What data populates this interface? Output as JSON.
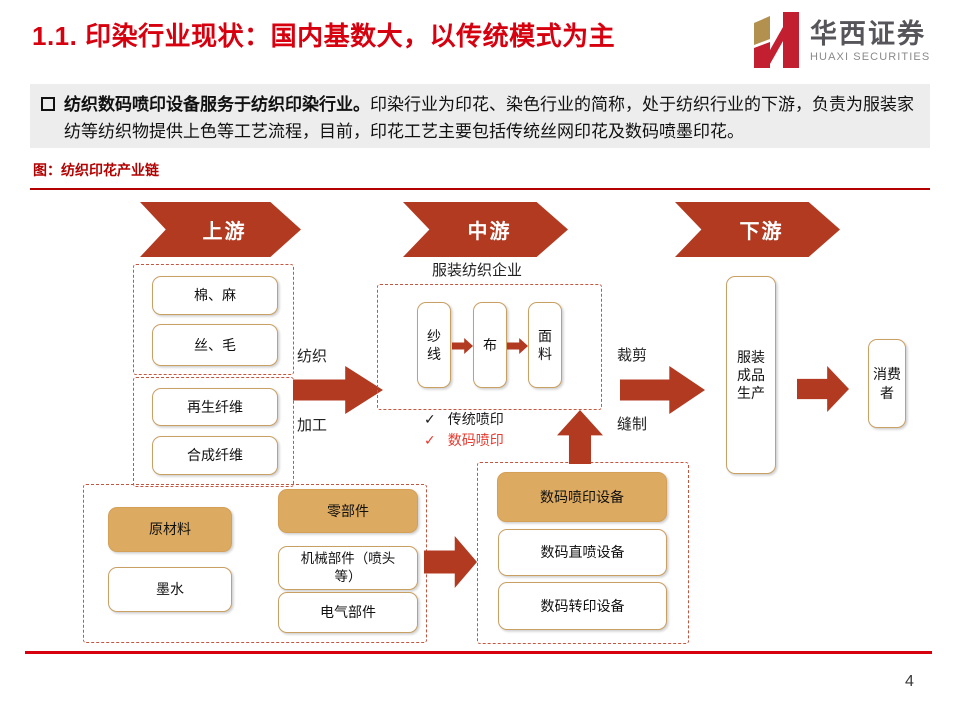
{
  "header": {
    "title": "1.1. 印染行业现状：国内基数大，以传统模式为主",
    "logo": {
      "cn": "华西证券",
      "en": "HUAXI SECURITIES"
    }
  },
  "summary": {
    "lead": "纺织数码喷印设备服务于纺织印染行业。",
    "body": "印染行业为印花、染色行业的简称，处于纺织行业的下游，负责为服装家纺等纺织物提供上色等工艺流程，目前，印花工艺主要包括传统丝网印花及数码喷墨印花。"
  },
  "figure": {
    "caption": "图：纺织印花产业链",
    "stages": {
      "upstream": "上游",
      "midstream": "中游",
      "downstream": "下游"
    },
    "upstream": {
      "fibers_natural": [
        "棉、麻",
        "丝、毛"
      ],
      "fibers_chemical": [
        "再生纤维",
        "合成纤维"
      ],
      "process_label_top": "纺织",
      "process_label_bottom": "加工"
    },
    "midstream": {
      "company_label": "服装纺织企业",
      "steps": [
        "纱线",
        "布",
        "面料"
      ],
      "check_icon": "✓",
      "checks": [
        {
          "text": "传统喷印",
          "color": "#1a1a1a"
        },
        {
          "text": "数码喷印",
          "color": "#e8382d"
        }
      ]
    },
    "downstream": {
      "process_label_top": "裁剪",
      "process_label_bottom": "缝制",
      "producer": "服装成品生产",
      "consumer": "消费者"
    },
    "equipment": {
      "materials_header": "原材料",
      "materials_items": [
        "墨水"
      ],
      "parts_header": "零部件",
      "parts_items": [
        "机械部件（喷头\n等）",
        "电气部件"
      ],
      "devices_header": "数码喷印设备",
      "devices_items": [
        "数码直喷设备",
        "数码转印设备"
      ]
    }
  },
  "footer": {
    "page_number": "4"
  },
  "colors": {
    "title_red": "#d7000f",
    "caption_red": "#b30000",
    "brick_red": "#b23a21",
    "dashed_border": "#c4553e",
    "tan_fill": "#dcaa60",
    "node_border": "#c9a063",
    "summary_bg": "#ededed",
    "logo_gold": "#b2914f",
    "logo_crimson": "#c21f30"
  }
}
